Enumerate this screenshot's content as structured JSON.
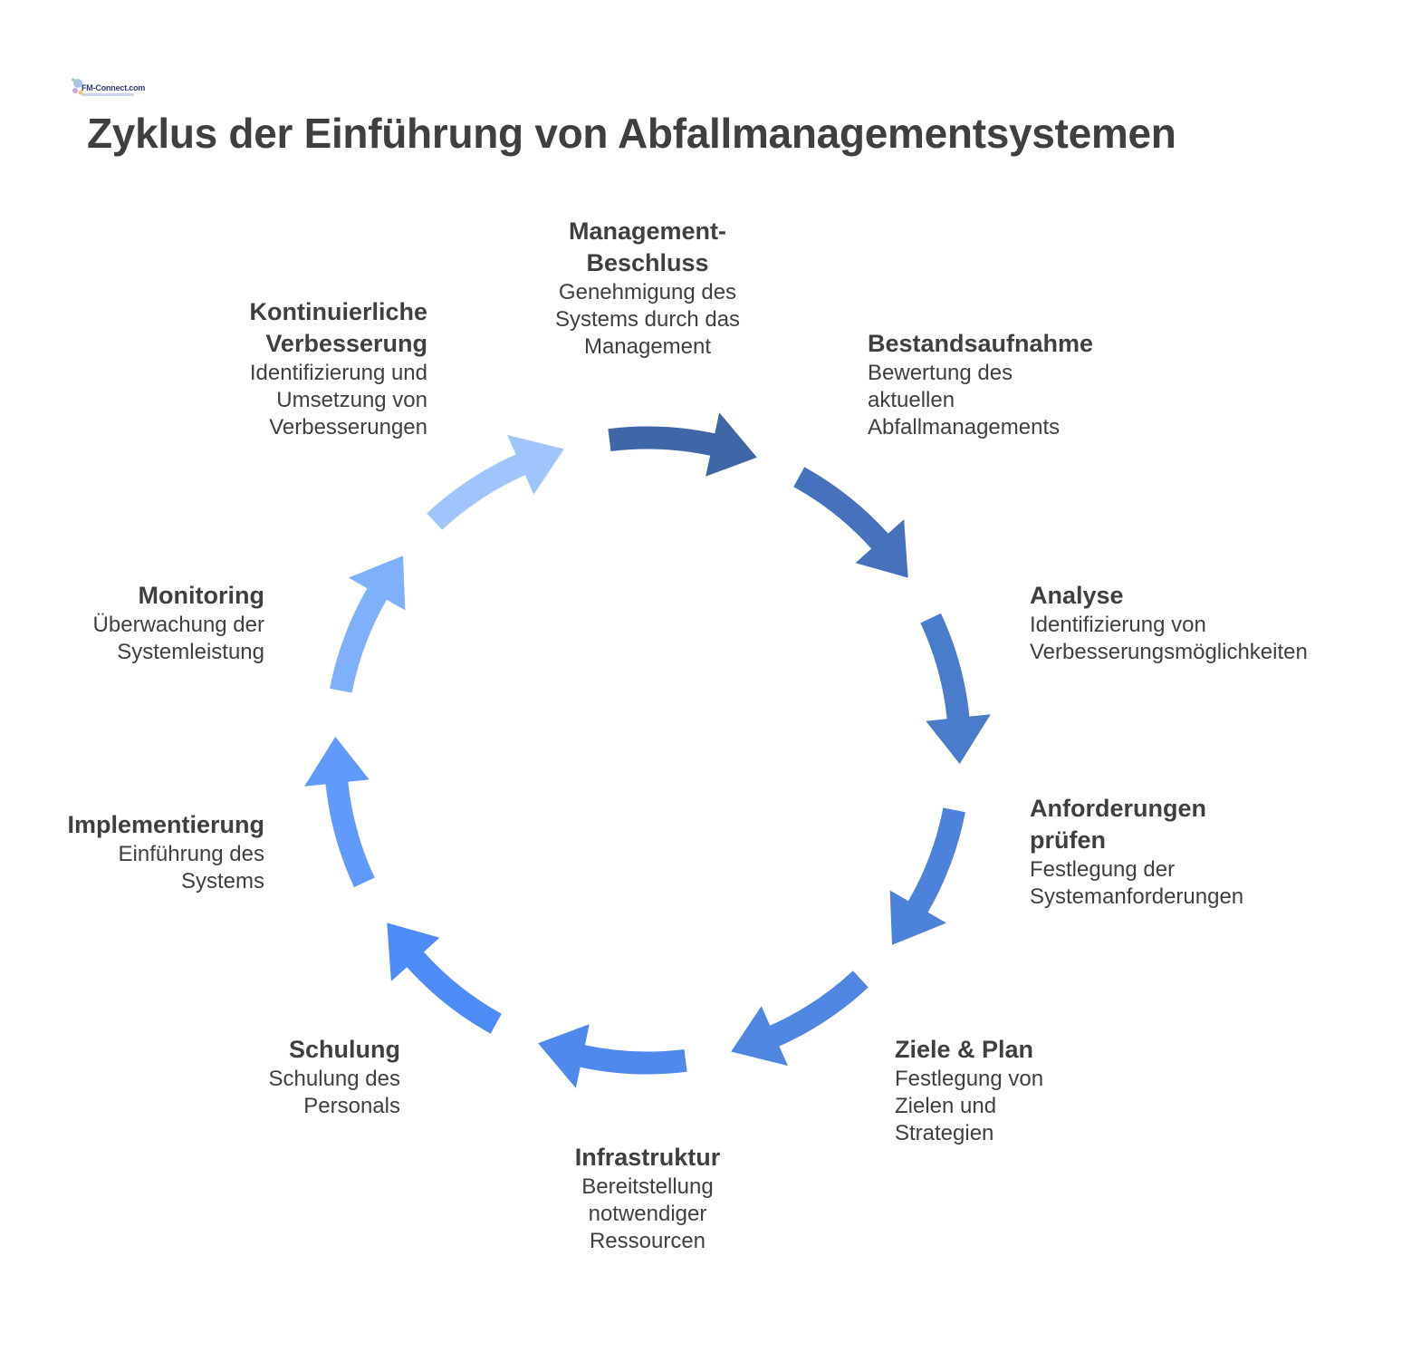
{
  "logo": {
    "text": "FM-Connect.com"
  },
  "title": "Zyklus der Einführung von Abfallmanagementsystemen",
  "steps": [
    {
      "id": "management-beschluss",
      "head": "Management-\nBeschluss",
      "desc": "Genehmigung des\nSystems durch das\nManagement",
      "color": "#3f66a6"
    },
    {
      "id": "bestandsaufnahme",
      "head": "Bestandsaufnahme",
      "desc": "Bewertung des\naktuellen\nAbfallmanagements",
      "color": "#4672bd"
    },
    {
      "id": "analyse",
      "head": "Analyse",
      "desc": "Identifizierung von\nVerbesserungsmöglichkeiten",
      "color": "#4a7ccc"
    },
    {
      "id": "anforderungen-pruefen",
      "head": "Anforderungen\nprüfen",
      "desc": "Festlegung der\nSystemanforderungen",
      "color": "#4d82da"
    },
    {
      "id": "ziele-plan",
      "head": "Ziele & Plan",
      "desc": "Festlegung von\nZielen und\nStrategien",
      "color": "#4f86e2"
    },
    {
      "id": "infrastruktur",
      "head": "Infrastruktur",
      "desc": "Bereitstellung\nnotwendiger\nRessourcen",
      "color": "#4f89ee"
    },
    {
      "id": "schulung",
      "head": "Schulung",
      "desc": "Schulung des\nPersonals",
      "color": "#4d8bf7"
    },
    {
      "id": "implementierung",
      "head": "Implementierung",
      "desc": "Einführung des\nSystems",
      "color": "#5e9bfb"
    },
    {
      "id": "monitoring",
      "head": "Monitoring",
      "desc": "Überwachung der\nSystemleistung",
      "color": "#7fb0fb"
    },
    {
      "id": "kontinuierliche-verbesserung",
      "head": "Kontinuierliche\nVerbesserung",
      "desc": "Identifizierung und\nUmsetzung von\nVerbesserungen",
      "color": "#a0c4fc"
    }
  ]
}
